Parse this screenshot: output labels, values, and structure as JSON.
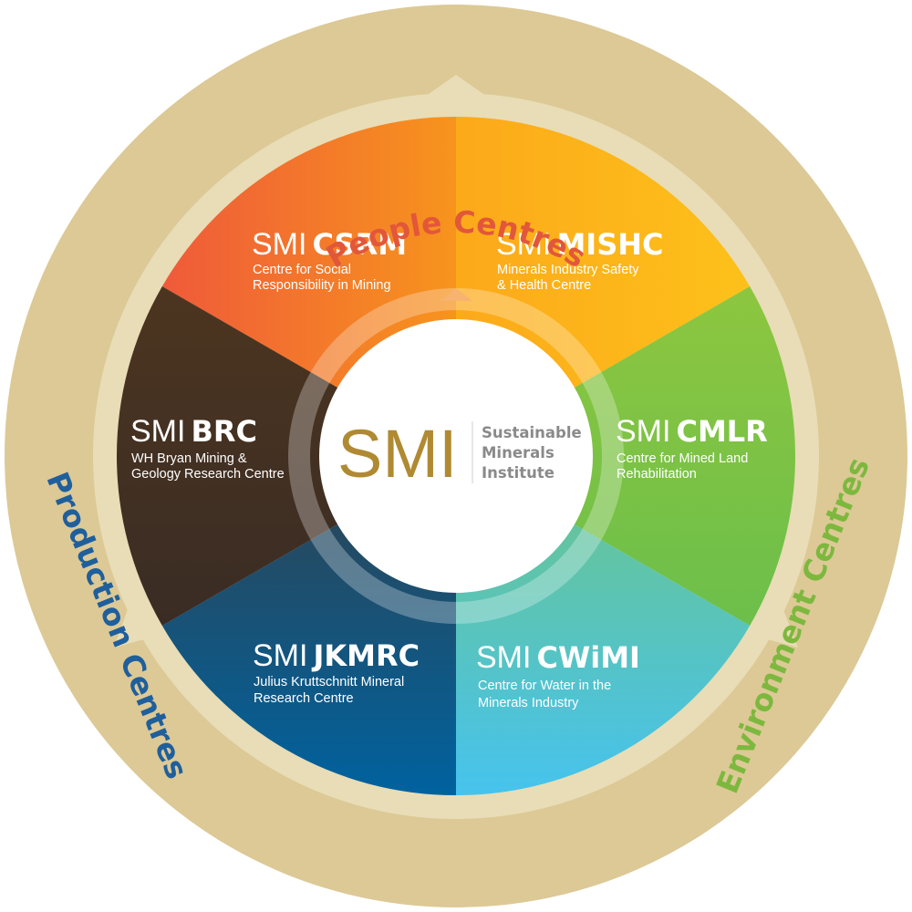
{
  "outer_labels": {
    "top": {
      "text": "People Centres",
      "color": "#e2573a"
    },
    "left": {
      "text": "Production Centres",
      "color": "#1f5f9c"
    },
    "right": {
      "text": "Environment Centres",
      "color": "#7db83e"
    }
  },
  "center": {
    "logo": "SMI",
    "name_lines": [
      "Sustainable",
      "Minerals",
      "Institute"
    ]
  },
  "centres": [
    {
      "prefix": "SMI",
      "code": "CSRM",
      "desc": [
        "Centre for Social",
        "Responsibility in Mining"
      ],
      "color_a": "#ef5a3a",
      "color_b": "#f7941d"
    },
    {
      "prefix": "SMI",
      "code": "MISHC",
      "desc": [
        "Minerals Industry Safety",
        "& Health Centre"
      ],
      "color_a": "#fdb515",
      "color_b": "#fcc419"
    },
    {
      "prefix": "SMI",
      "code": "CMLR",
      "desc": [
        "Centre for Mined Land",
        "Rehabilitation"
      ],
      "color_a": "#8dc63f",
      "color_b": "#6cbf4b"
    },
    {
      "prefix": "SMI",
      "code": "CWiMI",
      "desc": [
        "Centre for Water in the",
        "Minerals Industry"
      ],
      "color_a": "#5cc5a0",
      "color_b": "#49c6ec"
    },
    {
      "prefix": "SMI",
      "code": "JKMRC",
      "desc": [
        "Julius Kruttschnitt Mineral",
        "Research Centre"
      ],
      "color_a": "#2b4a5e",
      "color_b": "#00609f"
    },
    {
      "prefix": "SMI",
      "code": "BRC",
      "desc": [
        "WH Bryan Mining &",
        "Geology Research Centre"
      ],
      "color_a": "#4a3320",
      "color_b": "#3b2a1f"
    }
  ]
}
